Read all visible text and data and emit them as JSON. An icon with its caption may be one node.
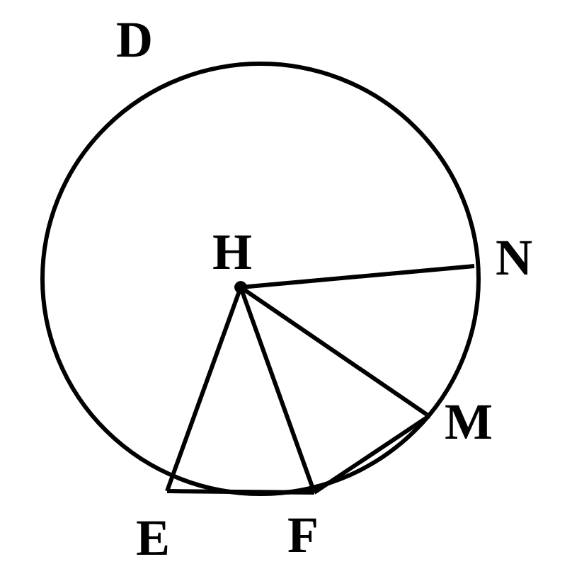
{
  "diagram": {
    "labels": [
      "D",
      "H",
      "N",
      "M",
      "E",
      "F"
    ]
  }
}
